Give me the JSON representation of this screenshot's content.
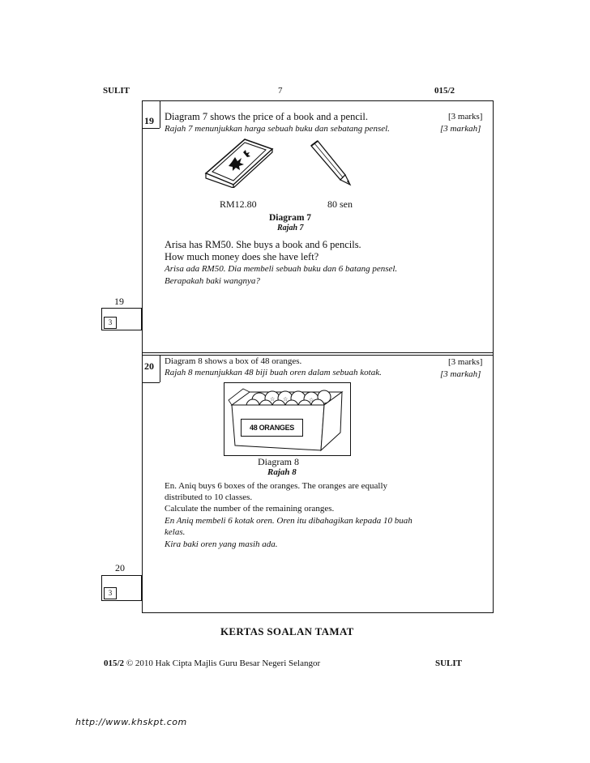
{
  "header": {
    "left": "SULIT",
    "page_number": "7",
    "right": "015/2"
  },
  "questions": [
    {
      "number": "19",
      "marks_en": "[3 marks]",
      "marks_ms": "[3 markah]",
      "intro_en": "Diagram 7 shows the price of a book and a pencil.",
      "intro_ms": "Rajah 7 menunjukkan harga sebuah buku dan sebatang pensel.",
      "book_price": "RM12.80",
      "pencil_price": "80 sen",
      "diagram_en": "Diagram 7",
      "diagram_ms": "Rajah 7",
      "body_en": [
        "Arisa has RM50.  She buys a book and 6 pencils.",
        "How much money does she have left?"
      ],
      "body_ms": [
        "Arisa ada RM50. Dia membeli sebuah buku dan 6 batang pensel.",
        "Berapakah baki wangnya?"
      ],
      "score_label": "19",
      "score_max": "3"
    },
    {
      "number": "20",
      "marks_en": "[3 marks]",
      "marks_ms": "[3 markah]",
      "intro_en": "Diagram 8 shows a box of 48 oranges.",
      "intro_ms": "Rajah 8 menunjukkan 48 biji buah oren dalam sebuah kotak.",
      "box_label": "48 ORANGES",
      "diagram_en": "Diagram 8",
      "diagram_ms": "Rajah 8",
      "body_en": [
        "En. Aniq buys 6 boxes of the oranges.  The oranges are equally",
        "distributed to 10 classes.",
        "Calculate the number of the remaining oranges."
      ],
      "body_ms": [
        "En Aniq membeli 6 kotak oren. Oren itu dibahagikan kepada 10 buah",
        "kelas.",
        "Kira baki oren yang masih ada."
      ],
      "score_label": "20",
      "score_max": "3"
    }
  ],
  "end_text": "KERTAS SOALAN TAMAT",
  "footer": {
    "code": "015/2",
    "copyright": "© 2010 Hak Cipta Majlis Guru Besar Negeri Selangor",
    "right": "SULIT"
  },
  "url": "http://www.khskpt.com"
}
